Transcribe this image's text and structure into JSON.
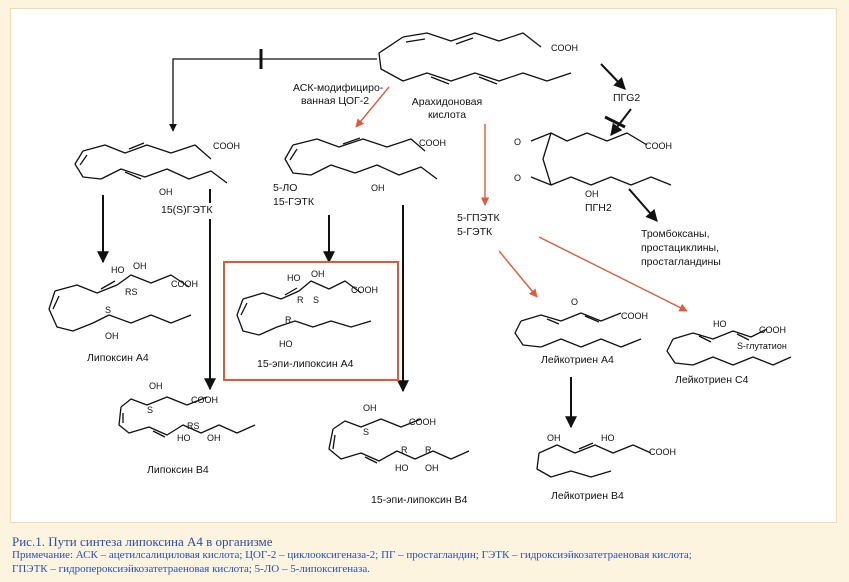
{
  "labels": {
    "arachidonic_acid": [
      "Арахидоновая",
      "кислота"
    ],
    "modified_cox2": [
      "АСК-модифициро-",
      "ванная ЦОГ-2"
    ],
    "pgg2": "ПГG2",
    "pgh2": "ПГН2",
    "hete15s": "15(S)ГЭТК",
    "lo5_hete15": [
      "5-ЛО",
      "15-ГЭТК"
    ],
    "hpete5": [
      "5-ГПЭТК",
      "5-ГЭТК"
    ],
    "thromboxanes": [
      "Тромбоксаны,",
      "простациклины,",
      "простагландины"
    ],
    "lipoxin_a4": "Липоксин А4",
    "epi_lipoxin_a4": "15-эпи-липоксин А4",
    "leukotriene_a4": "Лейкотриен А4",
    "leukotriene_c4": "Лейкотриен С4",
    "lipoxin_b4": "Липоксин В4",
    "epi_lipoxin_b4": "15-эпи-липоксин В4",
    "leukotriene_b4": "Лейкотриен В4"
  },
  "atoms": {
    "cooh": "COOH",
    "oh": "OH",
    "ho": "HO",
    "o": "O",
    "rs": "RS",
    "s": "S",
    "r": "R",
    "glutathione": "S-глутатион"
  },
  "caption": {
    "title": "Рис.1. Пути синтеза липоксина А4 в организме",
    "note_line1": "Примечание: АСК – ацетилсалициловая кислота; ЦОГ-2 – циклооксигеназа-2; ПГ – простагландин; ГЭТК – гидроксиэйкозатетраеновая кислота;",
    "note_line2": "ГПЭТК – гидропероксиэйкозатетраеновая кислота; 5-ЛО – 5-липоксигеназа."
  },
  "colors": {
    "background": "#fdf4e0",
    "panel": "#ffffff",
    "highlight_box": "#e05a3a",
    "red_arrow": "#e05a3a",
    "black_arrow": "#111111",
    "caption": "#2a4fa8"
  }
}
